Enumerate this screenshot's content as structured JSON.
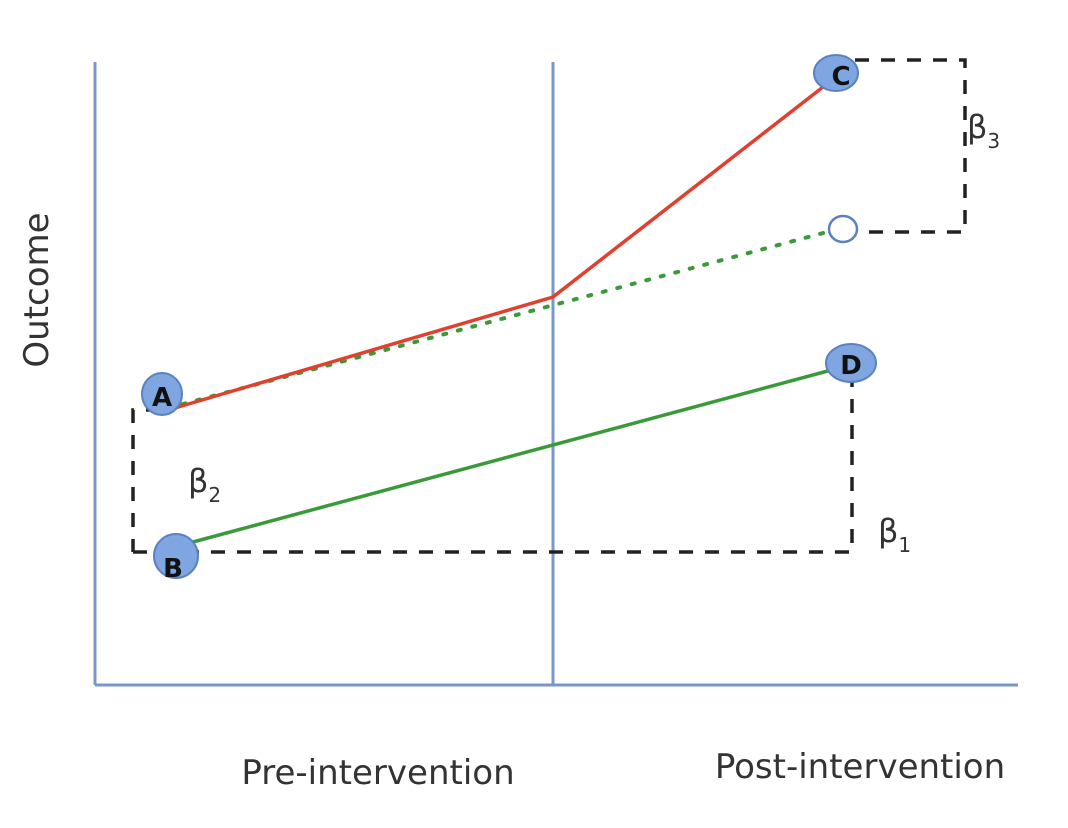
{
  "labels": {
    "y_axis": "Outcome",
    "x_pre": "Pre-intervention",
    "x_post": "Post-intervention"
  },
  "points": {
    "a": "A",
    "b": "B",
    "c": "C",
    "d": "D"
  },
  "betas": {
    "b1": {
      "symbol": "β",
      "sub": "1"
    },
    "b2": {
      "symbol": "β",
      "sub": "2"
    },
    "b3": {
      "symbol": "β",
      "sub": "3"
    }
  },
  "colors": {
    "axis": "#7a97c9",
    "treatment_line": "#e0402e",
    "control_line": "#3a9a3a",
    "counterfactual_line": "#3a9a3a",
    "marker_fill": "#7fa6e0",
    "marker_stroke": "#5a82c0",
    "dashed_guide": "#222222"
  }
}
